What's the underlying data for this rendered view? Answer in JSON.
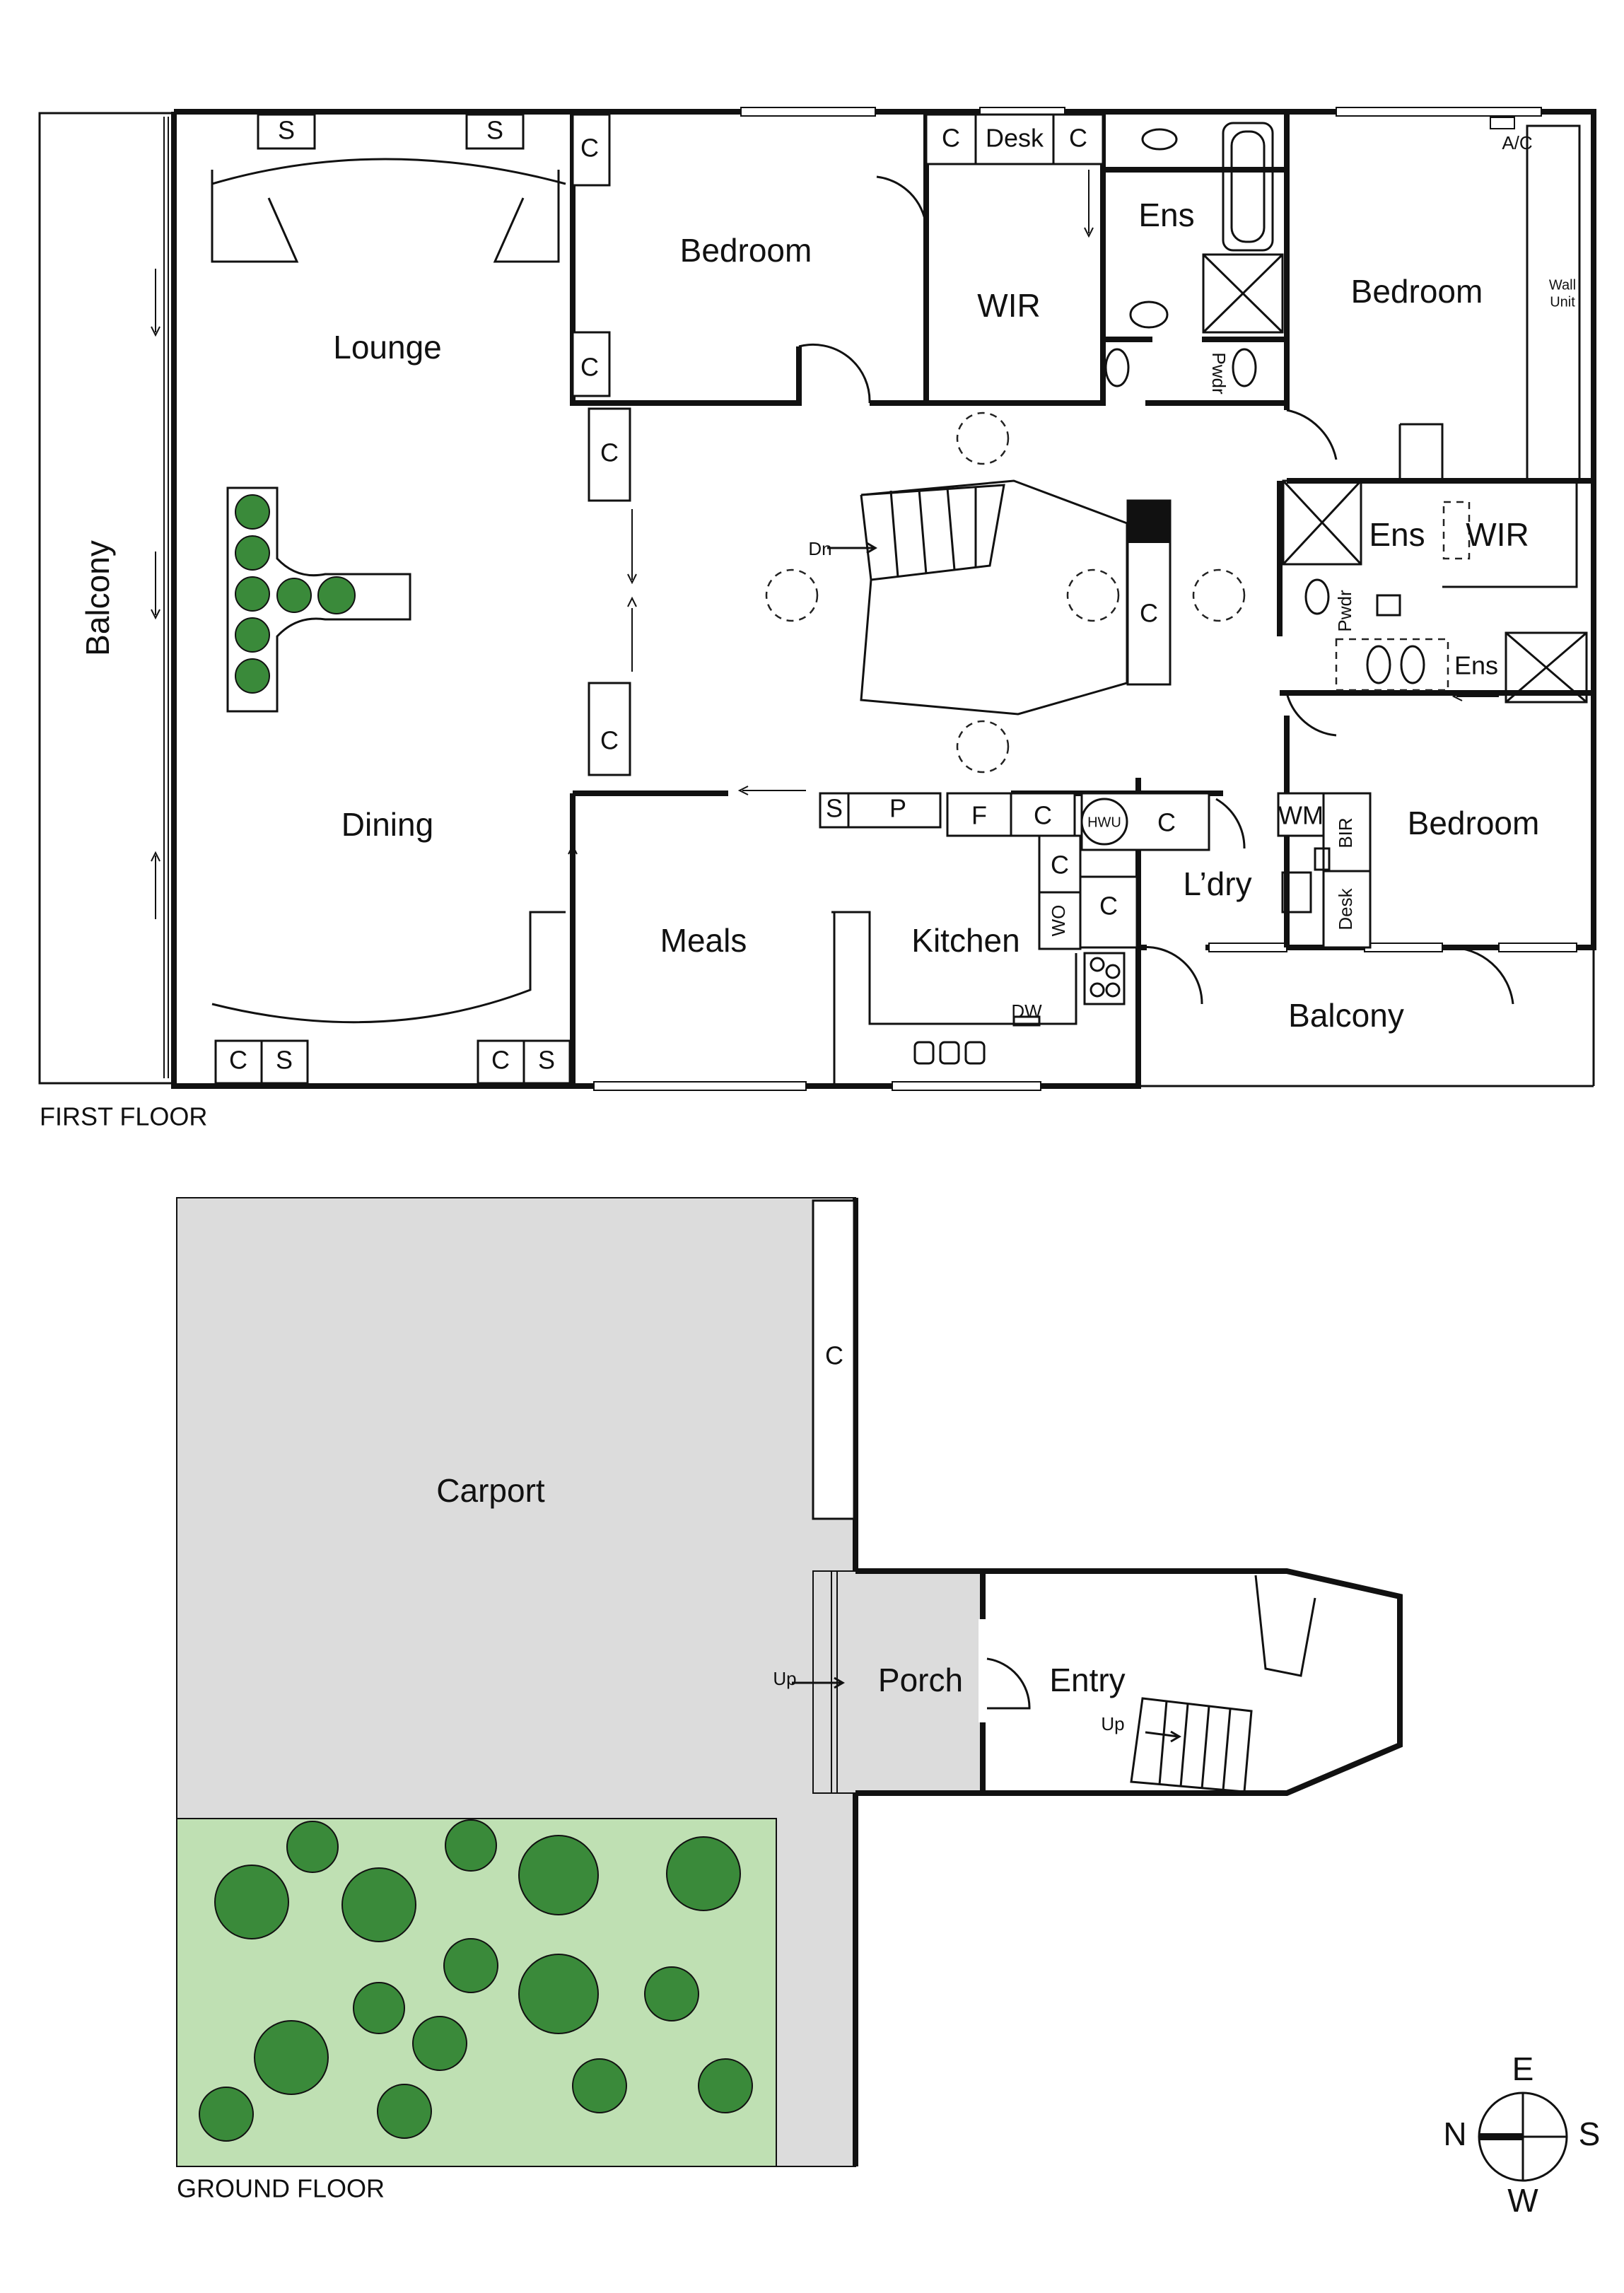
{
  "colors": {
    "carport_fill": "#dcdcdc",
    "garden_fill": "#bfe0b3",
    "tree_fill": "#3a8a3a"
  },
  "first_floor": {
    "caption": "FIRST FLOOR",
    "rooms": {
      "balcony_west": "Balcony",
      "lounge": "Lounge",
      "dining": "Dining",
      "bedroom_1": "Bedroom",
      "wir_1": "WIR",
      "ens_1": "Ens",
      "bedroom_2": "Bedroom",
      "ens_2": "Ens",
      "wir_2": "WIR",
      "ens_3": "Ens",
      "bedroom_3": "Bedroom",
      "meals": "Meals",
      "kitchen": "Kitchen",
      "laundry": "L’dry",
      "balcony_east": "Balcony"
    },
    "fixtures": {
      "s": "S",
      "c": "C",
      "desk": "Desk",
      "ac": "A/C",
      "wall_unit_1": "Wall",
      "wall_unit_2": "Unit",
      "pwdr": "Pwdr",
      "dn": "Dn",
      "p": "P",
      "f": "F",
      "hwu": "HWU",
      "wm": "WM",
      "bir": "BIR",
      "wo": "WO",
      "dw": "DW"
    }
  },
  "ground_floor": {
    "caption": "GROUND FLOOR",
    "rooms": {
      "carport": "Carport",
      "porch": "Porch",
      "entry": "Entry"
    },
    "fixtures": {
      "c": "C",
      "up": "Up"
    }
  },
  "compass": {
    "n": "N",
    "e": "E",
    "s": "S",
    "w": "W"
  }
}
